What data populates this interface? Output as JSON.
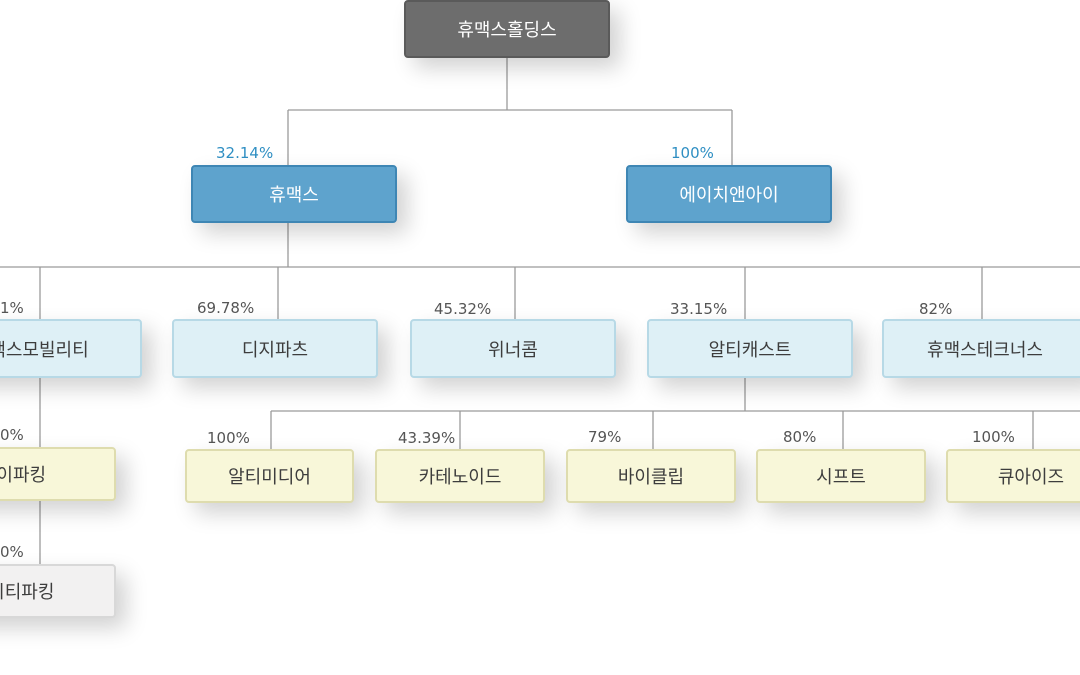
{
  "root": {
    "name": "휴맥스홀딩스"
  },
  "level1": [
    {
      "name": "휴맥스",
      "pct": "32.14%"
    },
    {
      "name": "에이치앤아이",
      "pct": "100%"
    }
  ],
  "level2": [
    {
      "name": "맥스모빌리티",
      "pct": "1%"
    },
    {
      "name": "디지파츠",
      "pct": "69.78%"
    },
    {
      "name": "위너콤",
      "pct": "45.32%"
    },
    {
      "name": "알티캐스트",
      "pct": "33.15%"
    },
    {
      "name": "휴맥스테크너스",
      "pct": "82%"
    }
  ],
  "level3": [
    {
      "name": "하이파킹",
      "pct": "0%"
    },
    {
      "name": "알티미디어",
      "pct": "100%"
    },
    {
      "name": "카테노이드",
      "pct": "43.39%"
    },
    {
      "name": "바이클립",
      "pct": "79%"
    },
    {
      "name": "시프트",
      "pct": "80%"
    },
    {
      "name": "큐아이즈",
      "pct": "100%"
    }
  ],
  "level4": [
    {
      "name": "이시티파킹",
      "pct": "0%"
    }
  ],
  "colors": {
    "root": "#6d6d6d",
    "tier1": "#5ea3cd",
    "tier2": "#def0f6",
    "tier3": "#f8f7d9",
    "tier4": "#f2f1f1",
    "connector": "#9a9a9a",
    "percent_highlight": "#2f8fc3"
  }
}
